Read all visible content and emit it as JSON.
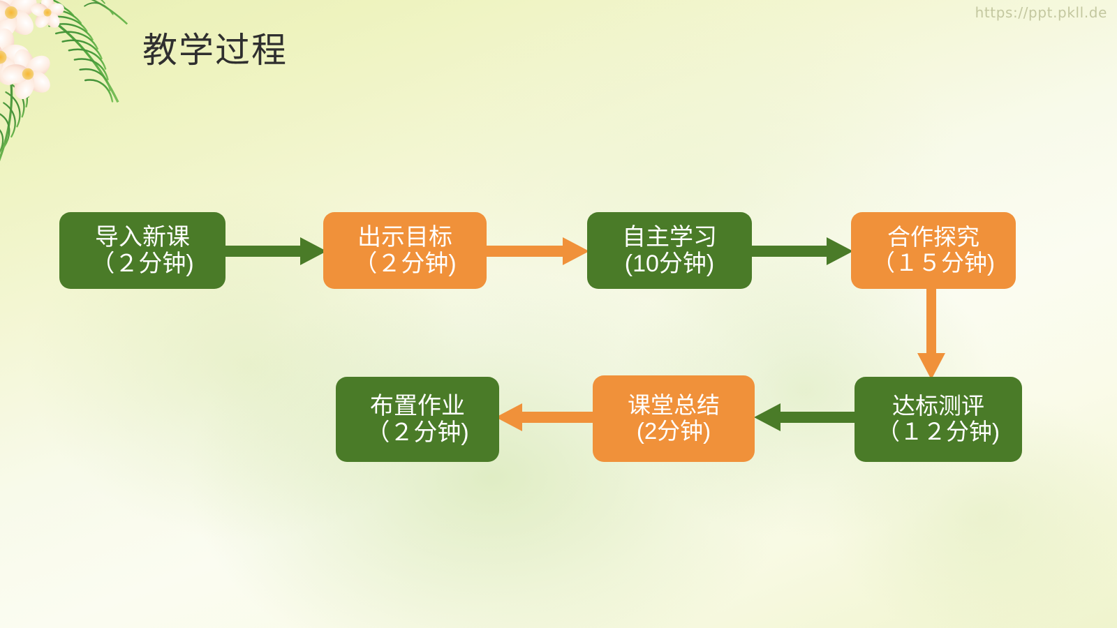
{
  "slide": {
    "title": "教学过程",
    "watermark": "https://ppt.pkll.de",
    "colors": {
      "green": "#4a7b28",
      "orange": "#f0913a",
      "title_text": "#2f2f2f",
      "node_text": "#ffffff",
      "background_top": "#e9f0b4",
      "background_bottom": "#eff4cd",
      "watermark_text": "#babe94"
    }
  },
  "flow": {
    "nodes": [
      {
        "id": "node-1",
        "line1": "导入新课",
        "line2": "（２分钟)",
        "color": "green",
        "step": 1
      },
      {
        "id": "node-2",
        "line1": "出示目标",
        "line2": "（２分钟)",
        "color": "orange",
        "step": 2
      },
      {
        "id": "node-3",
        "line1": "自主学习",
        "line2": "(10分钟)",
        "color": "green",
        "step": 3
      },
      {
        "id": "node-4",
        "line1": "合作探究",
        "line2": "（１５分钟)",
        "color": "orange",
        "step": 4
      },
      {
        "id": "node-5",
        "line1": "达标测评",
        "line2": "（１２分钟)",
        "color": "green",
        "step": 5
      },
      {
        "id": "node-6",
        "line1": "课堂总结",
        "line2": "(2分钟)",
        "color": "orange",
        "step": 6
      },
      {
        "id": "node-7",
        "line1": "布置作业",
        "line2": "（２分钟)",
        "color": "green",
        "step": 7
      }
    ],
    "connectors": [
      {
        "id": "arrow-1",
        "from": "node-1",
        "to": "node-2",
        "direction": "right",
        "color": "green"
      },
      {
        "id": "arrow-2",
        "from": "node-2",
        "to": "node-3",
        "direction": "right",
        "color": "orange"
      },
      {
        "id": "arrow-3",
        "from": "node-3",
        "to": "node-4",
        "direction": "right",
        "color": "green"
      },
      {
        "id": "arrow-4",
        "from": "node-4",
        "to": "node-5",
        "direction": "down",
        "color": "orange"
      },
      {
        "id": "arrow-5",
        "from": "node-5",
        "to": "node-6",
        "direction": "left",
        "color": "green"
      },
      {
        "id": "arrow-6",
        "from": "node-6",
        "to": "node-7",
        "direction": "left",
        "color": "orange"
      }
    ]
  }
}
